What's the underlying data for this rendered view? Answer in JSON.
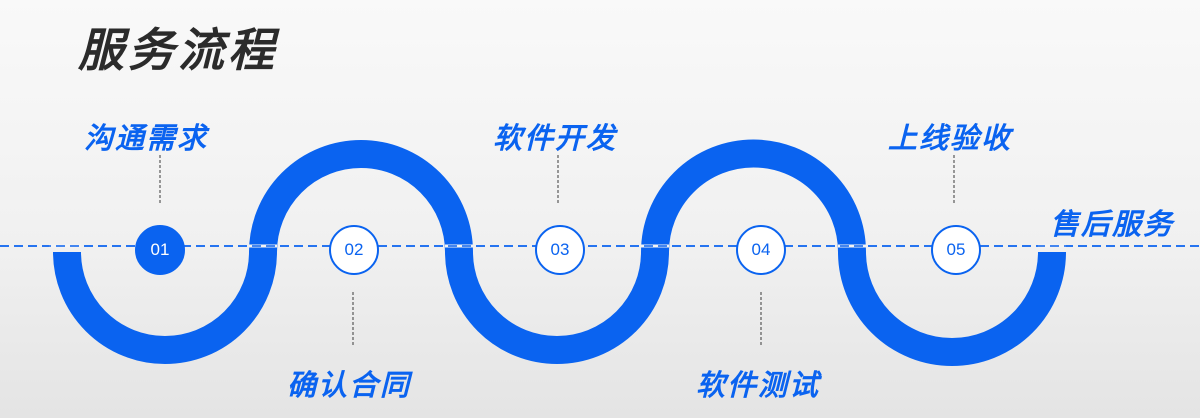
{
  "title": "服务流程",
  "colors": {
    "accent": "#0a63f0"
  },
  "steps": [
    {
      "number": "01",
      "label": "沟通需求"
    },
    {
      "number": "02",
      "label": "确认合同"
    },
    {
      "number": "03",
      "label": "软件开发"
    },
    {
      "number": "04",
      "label": "软件测试"
    },
    {
      "number": "05",
      "label": "上线验收"
    }
  ],
  "after_sales": "售后服务"
}
